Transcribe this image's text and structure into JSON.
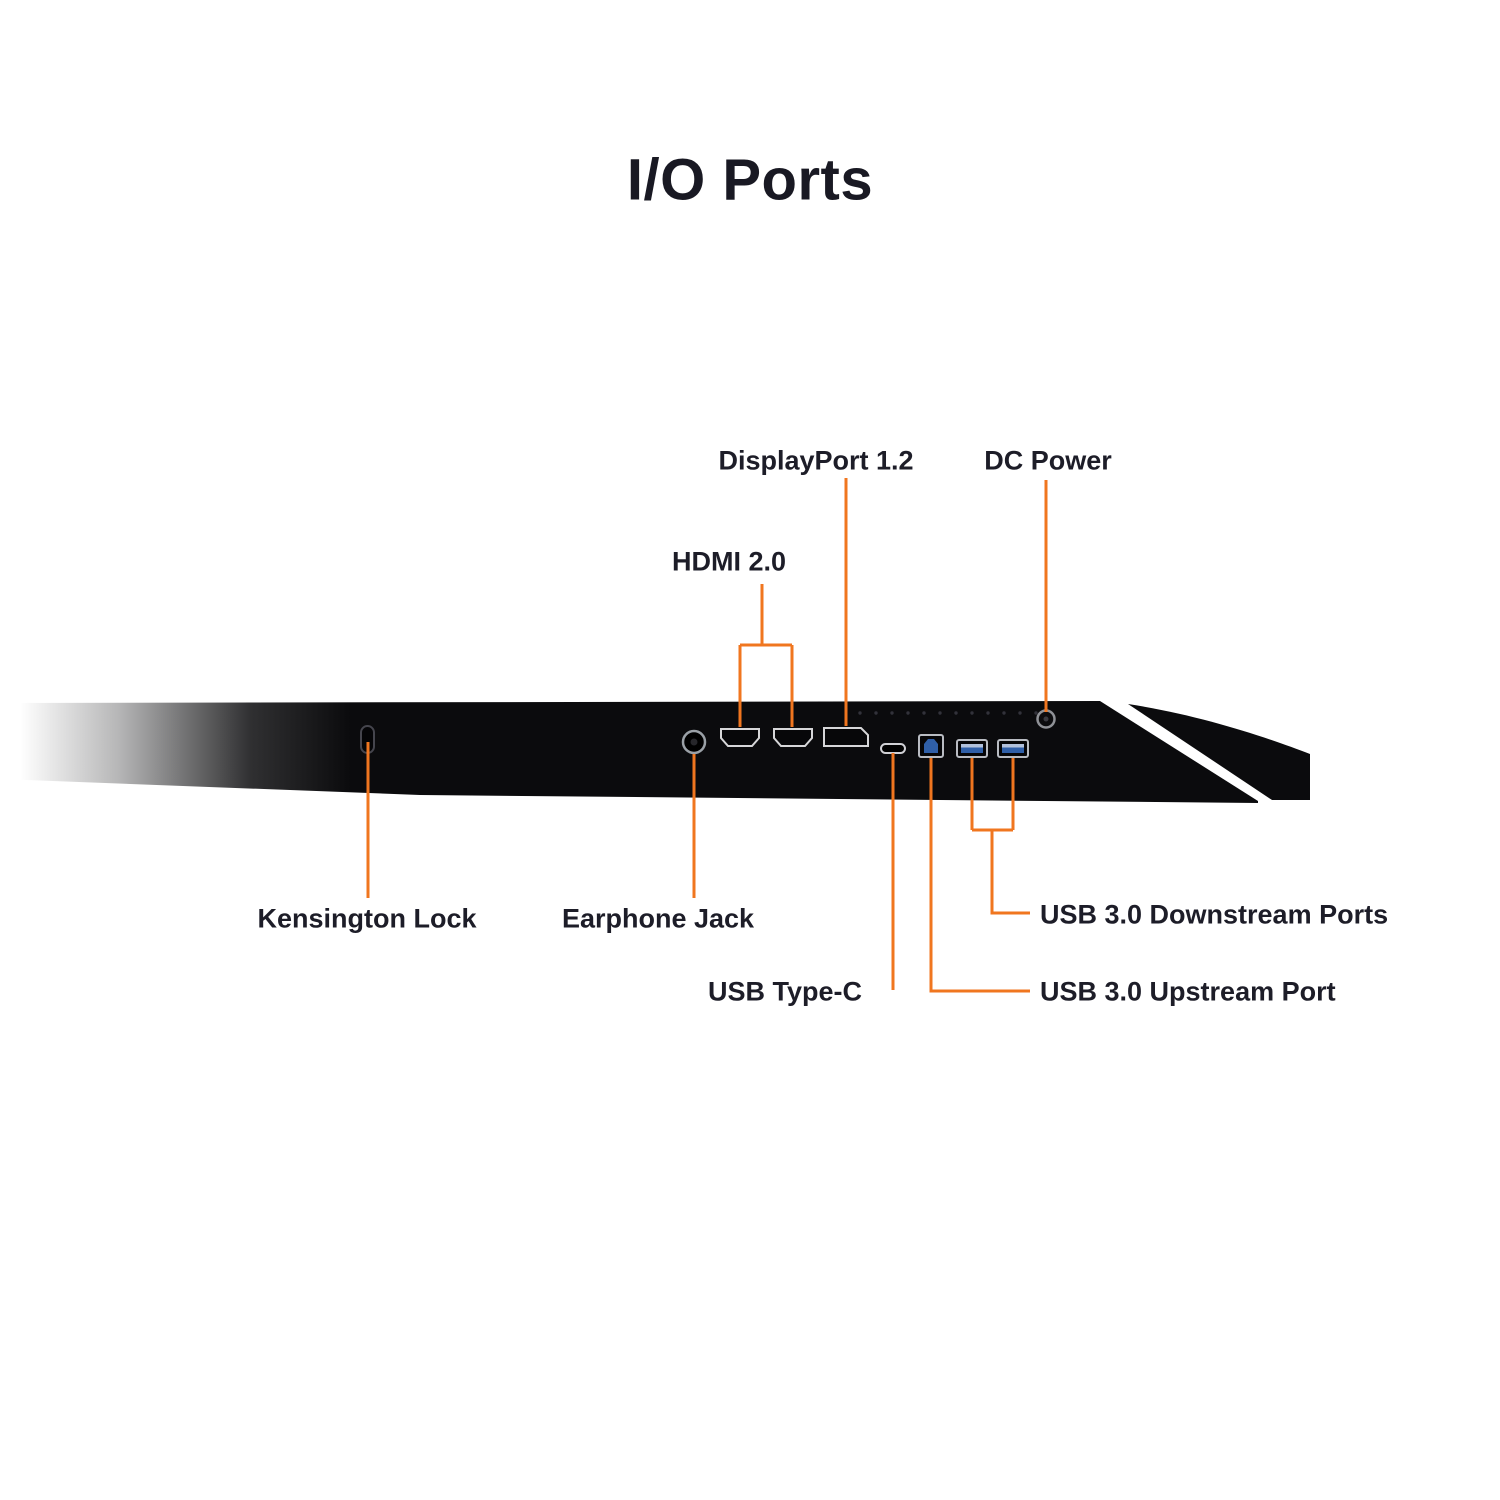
{
  "title": "I/O Ports",
  "colors": {
    "accent_orange": "#F0761F",
    "label_text": "#1D1D28",
    "monitor_black": "#0B0B0D",
    "usb_blue": "#2F5FA8",
    "port_outline": "#D6D6D8"
  },
  "callouts": {
    "displayport": {
      "label": "DisplayPort 1.2"
    },
    "dc_power": {
      "label": "DC Power"
    },
    "hdmi": {
      "label": "HDMI 2.0"
    },
    "kensington": {
      "label": "Kensington Lock"
    },
    "earphone": {
      "label": "Earphone Jack"
    },
    "usb_type_c": {
      "label": "USB Type-C"
    },
    "usb_downstream": {
      "label": "USB 3.0 Downstream Ports"
    },
    "usb_upstream": {
      "label": "USB 3.0 Upstream Port"
    }
  },
  "ports": [
    {
      "name": "kensington-lock-slot"
    },
    {
      "name": "earphone-jack-port"
    },
    {
      "name": "hdmi-port-1"
    },
    {
      "name": "hdmi-port-2"
    },
    {
      "name": "displayport-port"
    },
    {
      "name": "usb-type-c-port"
    },
    {
      "name": "usb-3-upstream-port"
    },
    {
      "name": "usb-3-downstream-port-1"
    },
    {
      "name": "usb-3-downstream-port-2"
    },
    {
      "name": "dc-power-port"
    }
  ]
}
